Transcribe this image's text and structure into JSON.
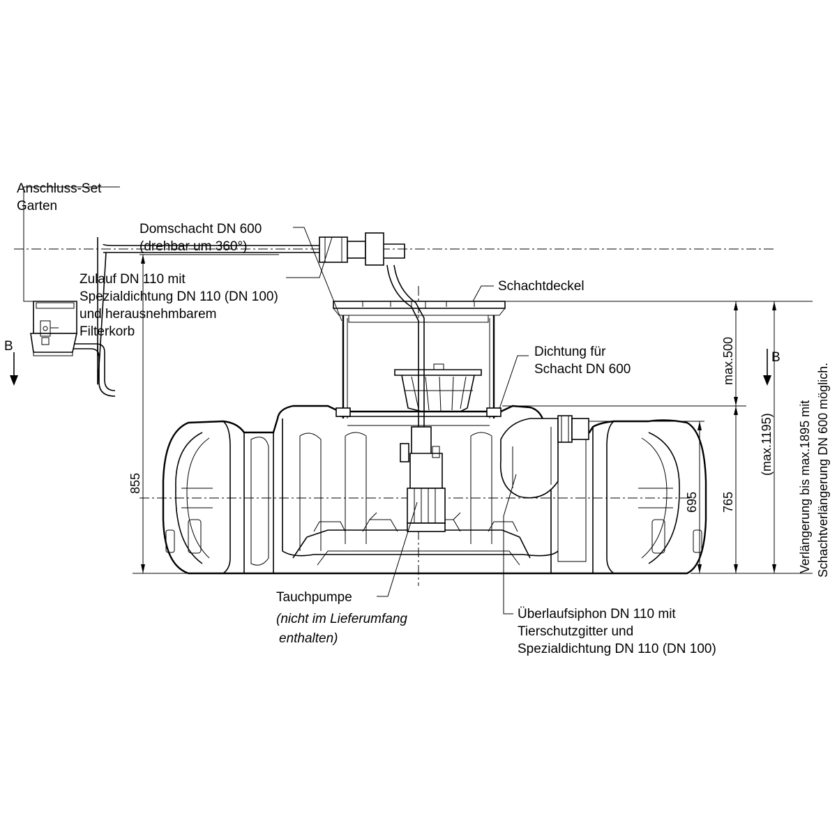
{
  "labels": {
    "anschluss_line1": "Anschluss-Set",
    "anschluss_line2": "Garten",
    "domschacht_line1": "Domschacht DN 600",
    "domschacht_line2": "(drehbar um 360°)",
    "zulauf_line1": "Zulauf DN 110 mit",
    "zulauf_line2": "Spezialdichtung DN 110 (DN 100)",
    "zulauf_line3": "und herausnehmbarem",
    "zulauf_line4": "Filterkorb",
    "schachtdeckel": "Schachtdeckel",
    "dichtung_line1": "Dichtung für",
    "dichtung_line2": "Schacht DN 600",
    "tauchpumpe": "Tauchpumpe",
    "tauchpumpe_note_line1": "(nicht im Lieferumfang",
    "tauchpumpe_note_line2": "enthalten)",
    "ueberlauf_line1": "Überlaufsiphon DN 110 mit",
    "ueberlauf_line2": "Tierschutzgitter und",
    "ueberlauf_line3": "Spezialdichtung DN 110 (DN 100)",
    "section_left": "B",
    "section_right": "B"
  },
  "dimensions": {
    "d855": "855",
    "d695": "695",
    "d765": "765",
    "max500": "max.500",
    "max1195": "(max.1195)",
    "ext_line1": "Verlängerung bis max.1895 mit",
    "ext_line2": "Schachtverlängerung DN 600 möglich."
  }
}
